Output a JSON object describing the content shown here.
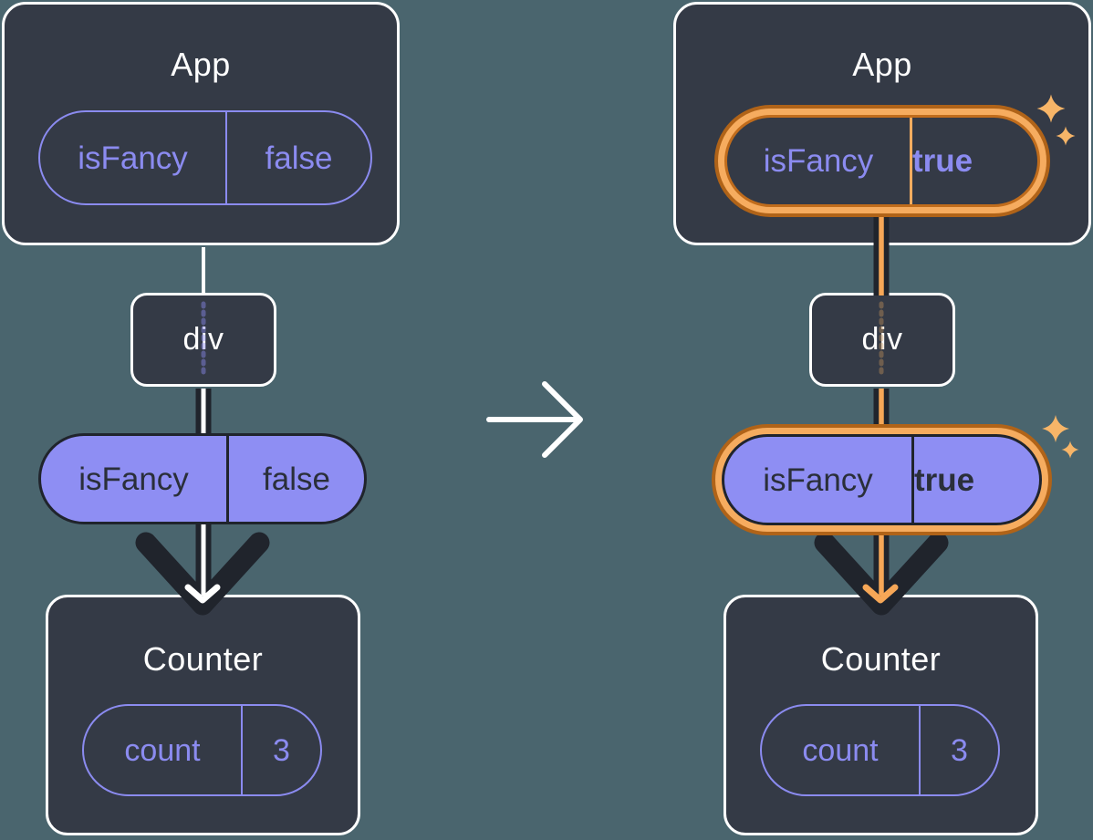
{
  "palette": {
    "bg": "#4A656E",
    "card": "#343A46",
    "card-border": "#FFFFFF",
    "purple": "#8B8BF0",
    "purple-fill": "#8E8EF3",
    "ink": "#20242C",
    "dark-text": "#2A2F3A",
    "white": "#FFFFFF",
    "orange": "#F6AC5F",
    "orange-dark": "#B06318",
    "orange-inner": "#C06C1C",
    "orange-core": "#F6A757",
    "sparkle": "#F7B568"
  },
  "before": {
    "app": {
      "title": "App",
      "prop": {
        "name": "isFancy",
        "value": "false"
      }
    },
    "div_node": {
      "label": "div"
    },
    "passed_prop": {
      "name": "isFancy",
      "value": "false"
    },
    "counter": {
      "title": "Counter",
      "state": {
        "name": "count",
        "value": "3"
      }
    }
  },
  "after": {
    "app": {
      "title": "App",
      "prop": {
        "name": "isFancy",
        "value": "true"
      }
    },
    "div_node": {
      "label": "div"
    },
    "passed_prop": {
      "name": "isFancy",
      "value": "true"
    },
    "counter": {
      "title": "Counter",
      "state": {
        "name": "count",
        "value": "3"
      }
    }
  }
}
